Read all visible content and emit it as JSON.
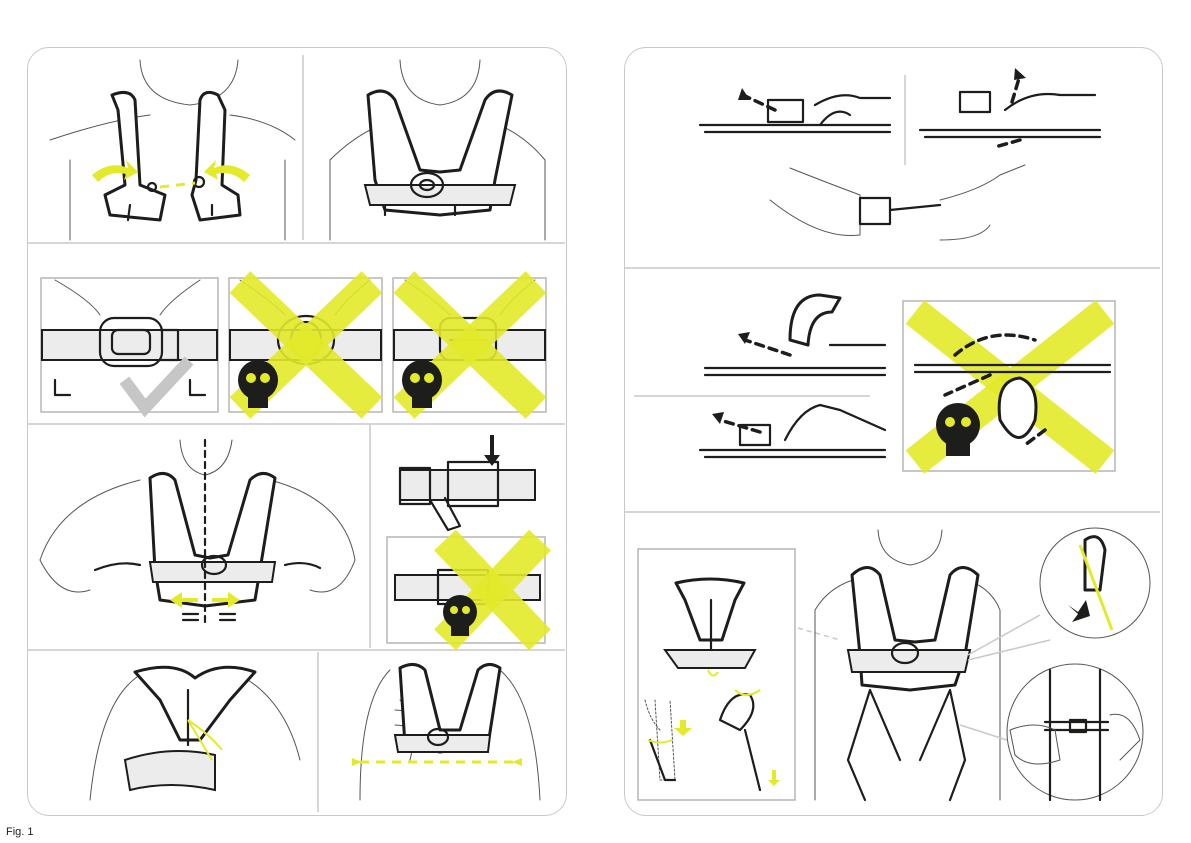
{
  "page": {
    "corner_text": "Fig. 1"
  },
  "panels": {
    "left": [
      {
        "id": "chest-closing"
      },
      {
        "id": "buckle-checks"
      },
      {
        "id": "centering"
      },
      {
        "id": "strap-keeper"
      },
      {
        "id": "adjustment"
      }
    ],
    "right": [
      {
        "id": "buckle-threading"
      },
      {
        "id": "return-strap"
      },
      {
        "id": "full-harness"
      }
    ]
  },
  "colors": {
    "accent_yellow": "#e3ea2a",
    "ink": "#1d1d1b",
    "frame_grey": "#c9c9c9"
  },
  "icons": [
    "skull-icon",
    "check-icon",
    "cross-icon",
    "arrow-icon"
  ]
}
